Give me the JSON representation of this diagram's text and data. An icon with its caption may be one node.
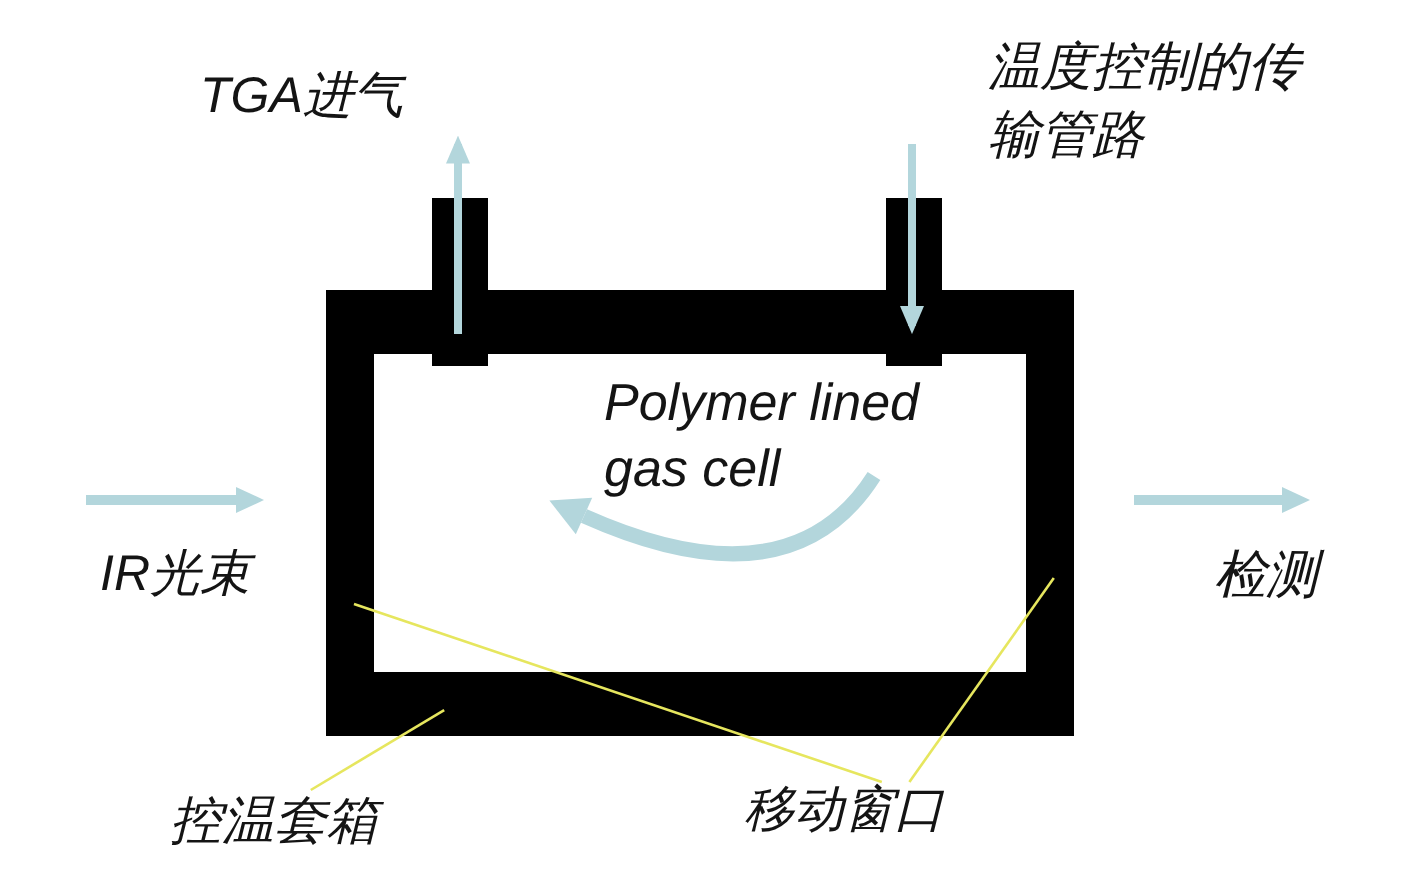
{
  "diagram": {
    "nodes": [
      {
        "text": [],
        "shape": "box"
      },
      {
        "text": [],
        "shape": "box"
      },
      {
        "text": [],
        "shape": "box"
      },
      {
        "text": [
          "Polymer lined gas cell"
        ],
        "in": 2
      },
      {
        "text": [
          "控温套箱"
        ]
      },
      {
        "text": [
          "移动窗口"
        ]
      }
    ],
    "edges": [
      {
        "from": 0,
        "to": null,
        "arrow": "to",
        "label": "TGA进气",
        "style": "thick",
        "color": "#b3d6dc"
      },
      {
        "from": null,
        "to": 1,
        "arrow": "to",
        "label": "温度控制的传输管路",
        "style": "thick",
        "color": "#b3d6dc"
      },
      {
        "from": 4,
        "to": 2,
        "arrow": "none"
      },
      {
        "from": 5,
        "to": 3,
        "arrow": "none"
      },
      {
        "from": 5,
        "to": 2,
        "arrow": "none"
      }
    ],
    "labels": [
      "IR光束",
      "检测"
    ]
  }
}
